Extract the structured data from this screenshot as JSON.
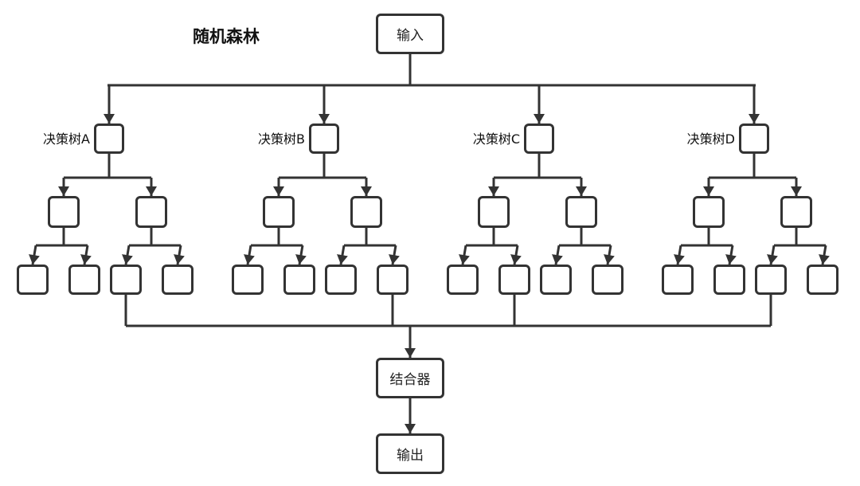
{
  "title": "随机森林",
  "input_label": "输入",
  "combiner_label": "结合器",
  "output_label": "输出",
  "trees": [
    {
      "label": "决策树A",
      "selected_leaf": 3
    },
    {
      "label": "决策树B",
      "selected_leaf": 4
    },
    {
      "label": "决策树C",
      "selected_leaf": 2
    },
    {
      "label": "决策树D",
      "selected_leaf": 3
    }
  ],
  "colors": {
    "stroke": "#333333",
    "fill": "#ffffff",
    "text": "#222222"
  }
}
